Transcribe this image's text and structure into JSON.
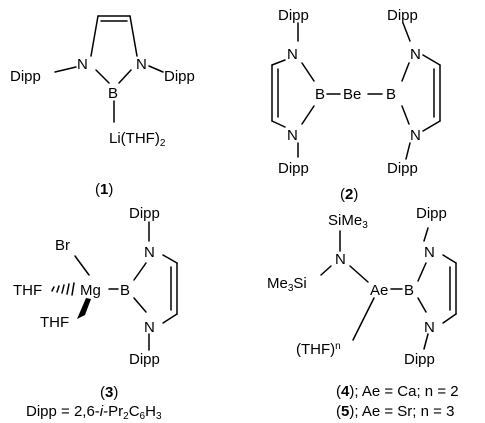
{
  "compounds": [
    {
      "label": "1",
      "atoms": {
        "n_left": "N",
        "n_right": "N",
        "boron": "B",
        "dipp_left": "Dipp",
        "dipp_right": "Dipp",
        "li": "Li(THF)",
        "li_sub": "2"
      }
    },
    {
      "label": "2",
      "atoms": {
        "dipp_top_left": "Dipp",
        "dipp_top_right": "Dipp",
        "dipp_bot_left": "Dipp",
        "dipp_bot_right": "Dipp",
        "n_tl": "N",
        "n_bl": "N",
        "n_tr": "N",
        "n_br": "N",
        "b_left": "B",
        "b_right": "B",
        "be": "Be"
      }
    },
    {
      "label": "3",
      "atoms": {
        "br": "Br",
        "thf_upper": "THF",
        "thf_lower": "THF",
        "mg": "Mg",
        "boron": "B",
        "n_top": "N",
        "n_bot": "N",
        "dipp_top": "Dipp",
        "dipp_bot": "Dipp"
      }
    },
    {
      "label": "4",
      "atoms": {
        "si_top": "SiMe",
        "si_top_sub": "3",
        "me3si_me": "Me",
        "me3si_sub": "3",
        "me3si_si": "Si",
        "n_amide": "N",
        "ae": "Ae",
        "boron": "B",
        "thf": "(THF)",
        "thf_sup": "n",
        "n_top": "N",
        "n_bot": "N",
        "dipp_top": "Dipp",
        "dipp_bot": "Dipp"
      }
    }
  ],
  "paren_open": "(",
  "paren_close": ")",
  "legend_4_rest": "; Ae = Ca; n = 2",
  "legend_5_label": "5",
  "legend_5_rest": "; Ae =  Sr; n = 3",
  "dipp_def": {
    "lead": "Dipp = 2,6-",
    "italic": "i",
    "dash": "-",
    "pr": "Pr",
    "s1": "2",
    "c": "C",
    "s2": "6",
    "h": "H",
    "s3": "3"
  }
}
